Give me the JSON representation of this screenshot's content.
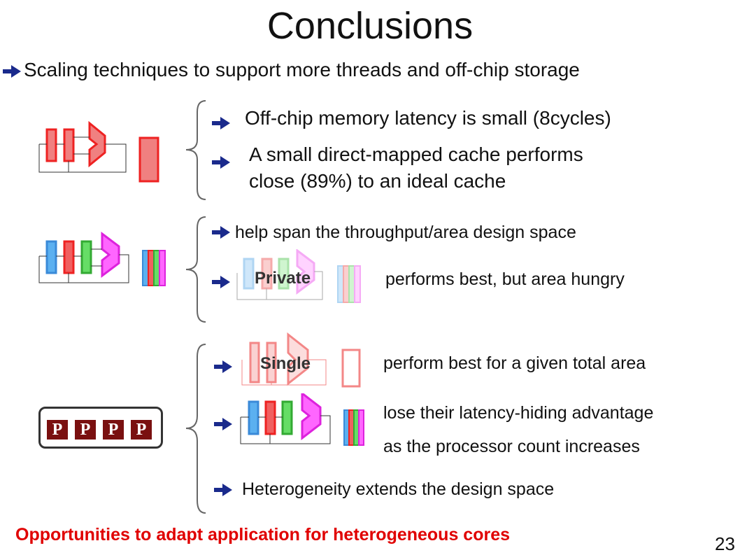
{
  "slide": {
    "title": "Conclusions",
    "main_bullet": "Scaling techniques to support more threads and off-chip storage",
    "group1": {
      "item1": "Off-chip memory latency is small (8cycles)",
      "item2_line1": "A small direct-mapped cache performs",
      "item2_line2": "close (89%) to an ideal cache"
    },
    "group2": {
      "item1": "help span the throughput/area design space",
      "overlay_label": "Private",
      "item2": "performs best, but area hungry"
    },
    "group3": {
      "overlay_label": "Single",
      "item1": "perform best for a given total area",
      "item2_line1": "lose their latency-hiding advantage",
      "item2_line2": "as the processor count increases",
      "item3": "Heterogeneity extends the design space"
    },
    "processor_chips": [
      "P",
      "P",
      "P",
      "P"
    ],
    "footer": "Opportunities to adapt application for heterogeneous cores",
    "page_number": "23"
  },
  "colors": {
    "bullet_arrow": "#1a2a8c",
    "red": "#ee4444",
    "red_fill": "#f08080",
    "blue": "#5bb0f0",
    "green": "#66dd66",
    "magenta": "#ff66ff",
    "footer_red": "#e00000",
    "chip": "#7a1010"
  },
  "icons": [
    "arrow-bullet-icon",
    "processor-pipeline-icon",
    "memory-block-icon",
    "brace-icon"
  ]
}
